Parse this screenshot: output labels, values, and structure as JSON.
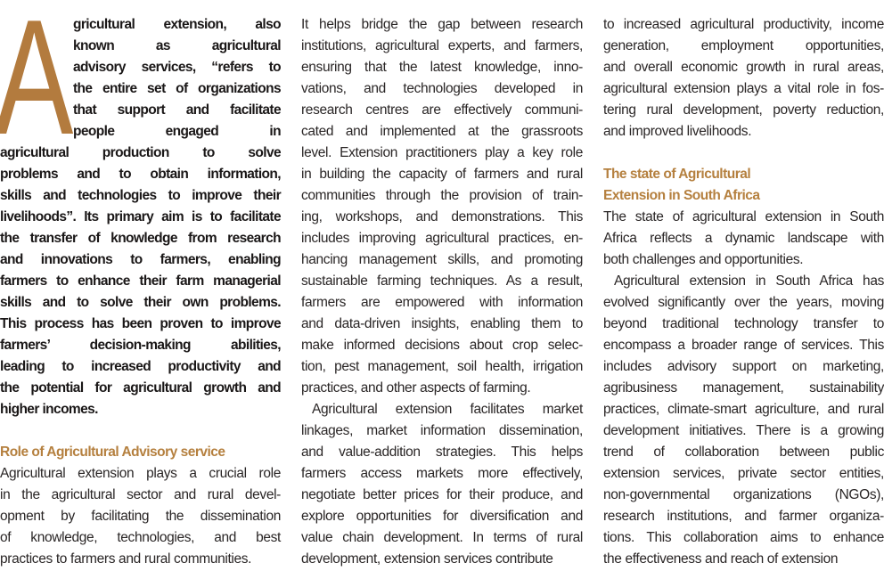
{
  "accent_color": "#b5803f",
  "dropcap": "A",
  "columns": [
    [
      {
        "style": "bold",
        "drop": true,
        "lines": [
          "gricultural extension, also",
          "known as agricultural",
          "advisory services, “refers to",
          "the entire set of organizations",
          "that support and facilitate",
          "people engaged in"
        ]
      },
      {
        "style": "bold",
        "last": true,
        "lines": [
          "agricultural production to solve",
          "problems and to obtain information,",
          "skills and technologies to improve their",
          "livelihoods”. Its primary aim is to facilitate",
          "the transfer of knowledge from research",
          "and innovations to farmers, enabling",
          "farmers to enhance their farm managerial",
          "skills and to solve their own problems.",
          "This process has been proven to improve",
          "farmers’ decision-making abilities,",
          "leading to increased productivity and",
          "the potential for agricultural growth and",
          "higher incomes."
        ]
      },
      {
        "style": "spacer",
        "lines": [
          ""
        ]
      },
      {
        "style": "heading",
        "lines": [
          "Role of Agricultural Advisory service"
        ]
      },
      {
        "style": "body",
        "lines": [
          "Agricultural extension plays a crucial role",
          "in the agricultural sector and rural devel-",
          "opment by facilitating the dissemination",
          "of knowledge, technologies, and best",
          "practices to farmers and rural communities."
        ]
      }
    ],
    [
      {
        "style": "body",
        "last": true,
        "lines": [
          "It helps bridge the gap between research",
          "institutions, agricultural experts, and farmers,",
          "ensuring that the latest knowledge, inno-",
          "vations, and technologies developed in",
          "research centres are effectively communi-",
          "cated and implemented at the grassroots",
          "level. Extension practitioners play a key role",
          "in building the capacity of farmers and rural",
          "communities through the provision of train-",
          "ing, workshops, and demonstrations. This",
          "includes improving agricultural practices, en-",
          "hancing management skills, and promoting",
          "sustainable farming techniques. As a result,",
          "farmers are empowered with information",
          "and data-driven insights, enabling them to",
          "make informed decisions about crop selec-",
          "tion, pest management, soil health, irrigation",
          "practices, and other aspects of farming."
        ]
      },
      {
        "style": "body",
        "indent": true,
        "lines": [
          "Agricultural extension facilitates market",
          "linkages, market information dissemination,",
          "and value-addition strategies. This helps",
          "farmers access markets more effectively,",
          "negotiate better prices for their produce, and",
          "explore opportunities for diversification and",
          "value chain development. In terms of rural",
          "development, extension services contribute"
        ]
      }
    ],
    [
      {
        "style": "body",
        "last": true,
        "lines": [
          "to increased agricultural productivity, income",
          "generation, employment opportunities,",
          "and overall economic growth in rural areas,",
          "agricultural extension plays a vital role in fos-",
          "tering rural development, poverty reduction,",
          "and improved livelihoods."
        ]
      },
      {
        "style": "spacer",
        "lines": [
          ""
        ]
      },
      {
        "style": "heading",
        "lines": [
          "The state of Agricultural",
          "Extension in South Africa"
        ]
      },
      {
        "style": "body",
        "last": true,
        "lines": [
          "The state of agricultural extension in South",
          "Africa reflects a dynamic landscape with",
          "both challenges and opportunities."
        ]
      },
      {
        "style": "body",
        "indent": true,
        "lines": [
          "Agricultural extension in South Africa has",
          "evolved significantly over the years, moving",
          "beyond traditional technology transfer to",
          "encompass a broader range of services. This",
          "includes advisory support on marketing,",
          "agribusiness management, sustainability",
          "practices, climate-smart agriculture, and rural",
          "development initiatives. There is a growing",
          "trend of collaboration between public",
          "extension services, private sector entities,",
          "non-governmental organizations (NGOs),",
          "research institutions, and farmer organiza-",
          "tions. This collaboration aims to enhance",
          "the effectiveness and reach of extension"
        ]
      }
    ]
  ]
}
